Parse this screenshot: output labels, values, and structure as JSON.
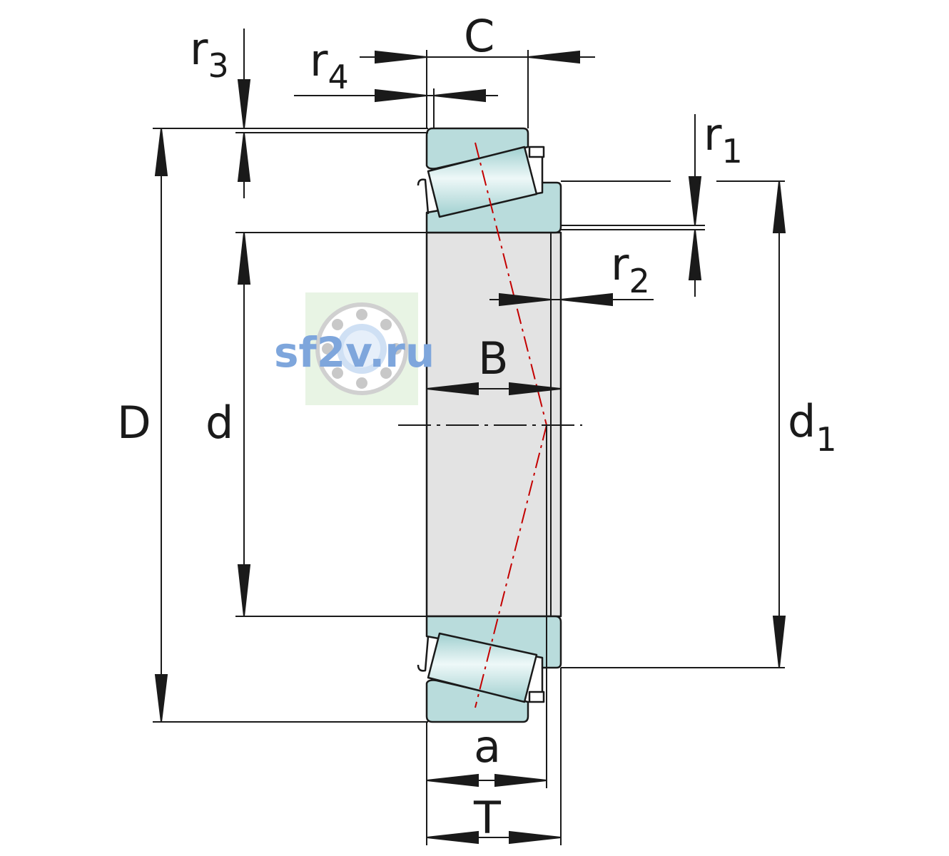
{
  "labels": {
    "C": "C",
    "r3": {
      "base": "r",
      "sub": "3"
    },
    "r4": {
      "base": "r",
      "sub": "4"
    },
    "r1": {
      "base": "r",
      "sub": "1"
    },
    "r2": {
      "base": "r",
      "sub": "2"
    },
    "B": "B",
    "D": "D",
    "d": "d",
    "d1": {
      "base": "d",
      "sub": "1"
    },
    "a": "a",
    "T": "T"
  },
  "watermark": {
    "text": "sf2v.ru"
  },
  "colors": {
    "outline": "#1a1a1a",
    "ring_fill": "#b9dcdc",
    "roller_fill": "#d6ecec",
    "bore_fill": "#e3e3e3",
    "axis_line": "#c40000",
    "watermark_text": "#7ea6dc",
    "watermark_bg": "#e8f4e4"
  }
}
